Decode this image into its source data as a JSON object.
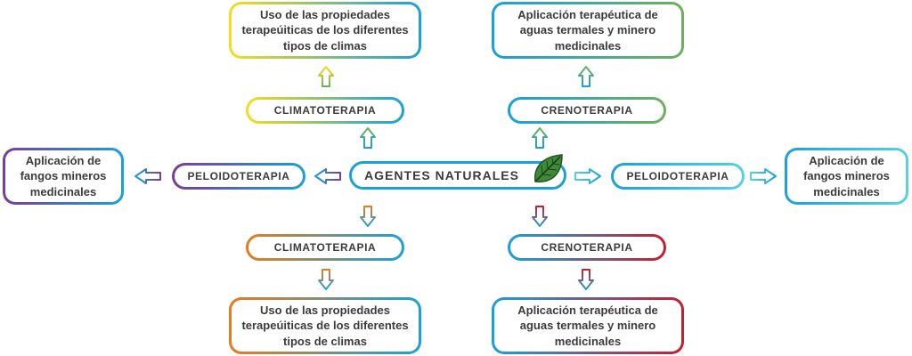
{
  "center": {
    "label": "AGENTES NATURALES",
    "icon": "leaf-icon"
  },
  "branches": {
    "top_left": {
      "therapy": "CLIMATOTERAPIA",
      "description": "Uso de las propiedades terapeúiticas de los diferentes tipos de climas",
      "color": "#f3dd1e"
    },
    "top_right": {
      "therapy": "CRENOTERAPIA",
      "description": "Aplicación terapéutica de aguas termales y minero medicinales",
      "color": "#6db05a"
    },
    "left": {
      "therapy": "PELOIDOTERAPIA",
      "description": "Aplicación de fangos mineros medicinales",
      "color": "#7a3d97"
    },
    "right": {
      "therapy": "PELOIDOTERAPIA",
      "description": "Aplicación de fangos mineros medicinales",
      "color": "#57d2e0"
    },
    "bottom_left": {
      "therapy": "CLIMATOTERAPIA",
      "description": "Uso de las propiedades terapeúiticas de los diferentes tipos de climas",
      "color": "#e57c1f"
    },
    "bottom_right": {
      "therapy": "CRENOTERAPIA",
      "description": "Aplicación terapéutica de aguas termales y minero medicinales",
      "color": "#c61e2f"
    }
  },
  "colors": {
    "primary_blue": "#1aa1d8",
    "text": "#3b3b3b",
    "leaf_green": "#3f8a38"
  }
}
